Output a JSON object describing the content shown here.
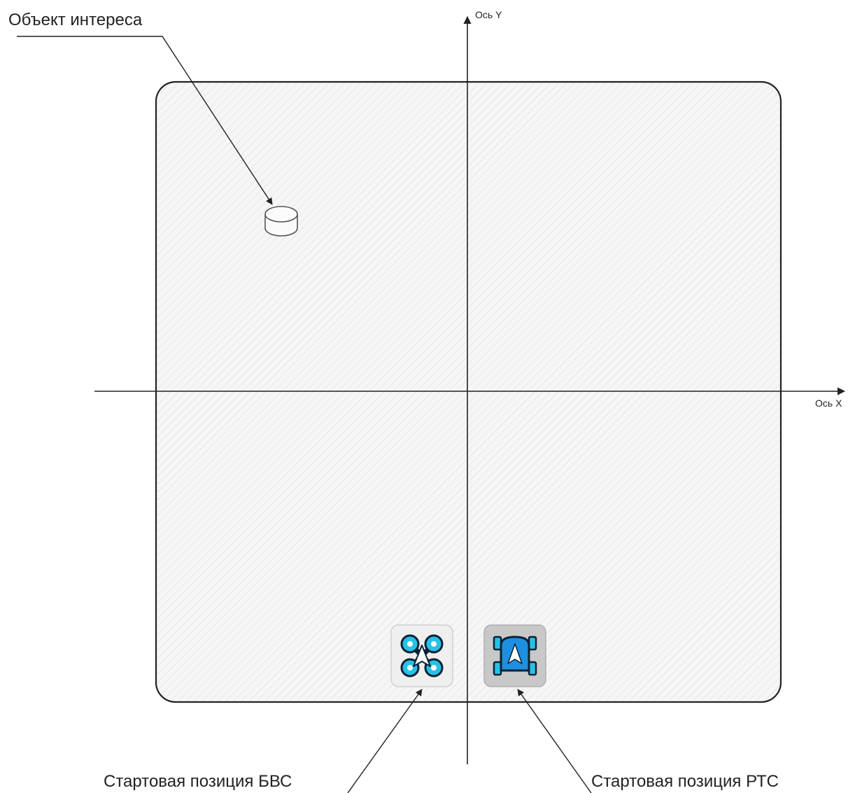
{
  "labels": {
    "object_of_interest": "Объект интереса",
    "axis_y": "Ось Y",
    "axis_x": "Ось X",
    "uav_start": "Стартовая позиция БВС",
    "ugv_start": "Стартовая позиция РТС"
  },
  "icons": {
    "object": "cylinder-icon",
    "uav": "quadcopter-drone-icon",
    "ugv": "ground-robot-vehicle-icon"
  },
  "colors": {
    "line": "#222222",
    "field_fill": "#f6f6f6",
    "hatch": "#dcdcdc",
    "icon_blue": "#1f8fe0",
    "icon_cyan": "#27c1e8",
    "icon_dark": "#0b2233",
    "uav_tile": "#efefef",
    "ugv_tile": "#c8c8c8"
  }
}
